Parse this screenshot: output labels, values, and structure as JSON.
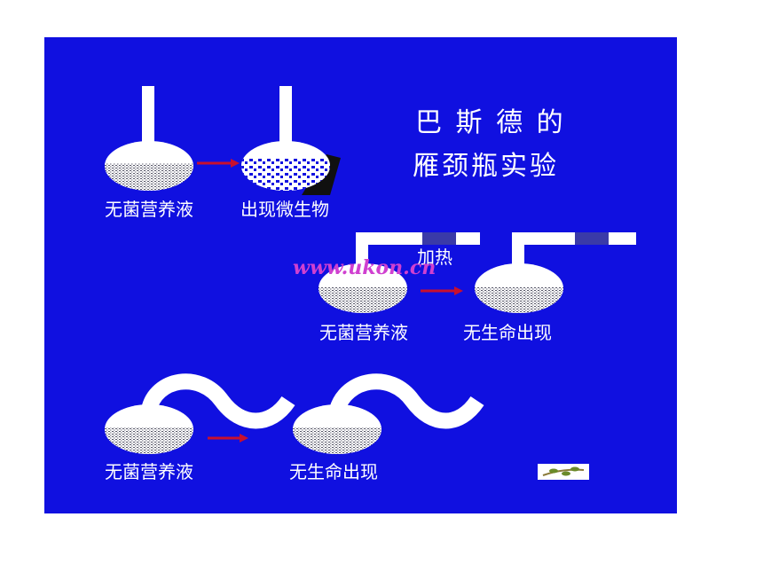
{
  "title": {
    "line1": "巴 斯 德 的",
    "line2": "雁颈瓶实验"
  },
  "row1": {
    "label_left": "无菌营养液",
    "label_right": "出现微生物"
  },
  "row2": {
    "heat_label": "加热",
    "label_left": "无菌营养液",
    "label_right": "无生命出现"
  },
  "row3": {
    "label_left": "无菌营养液",
    "label_right": "无生命出现"
  },
  "watermark": "www.ukon.cn",
  "colors": {
    "background": "#1010e0",
    "flask": "#ffffff",
    "arrow": "#c8102e",
    "watermark": "#d040d0"
  },
  "icons": [
    "plant-sprig-icon"
  ]
}
